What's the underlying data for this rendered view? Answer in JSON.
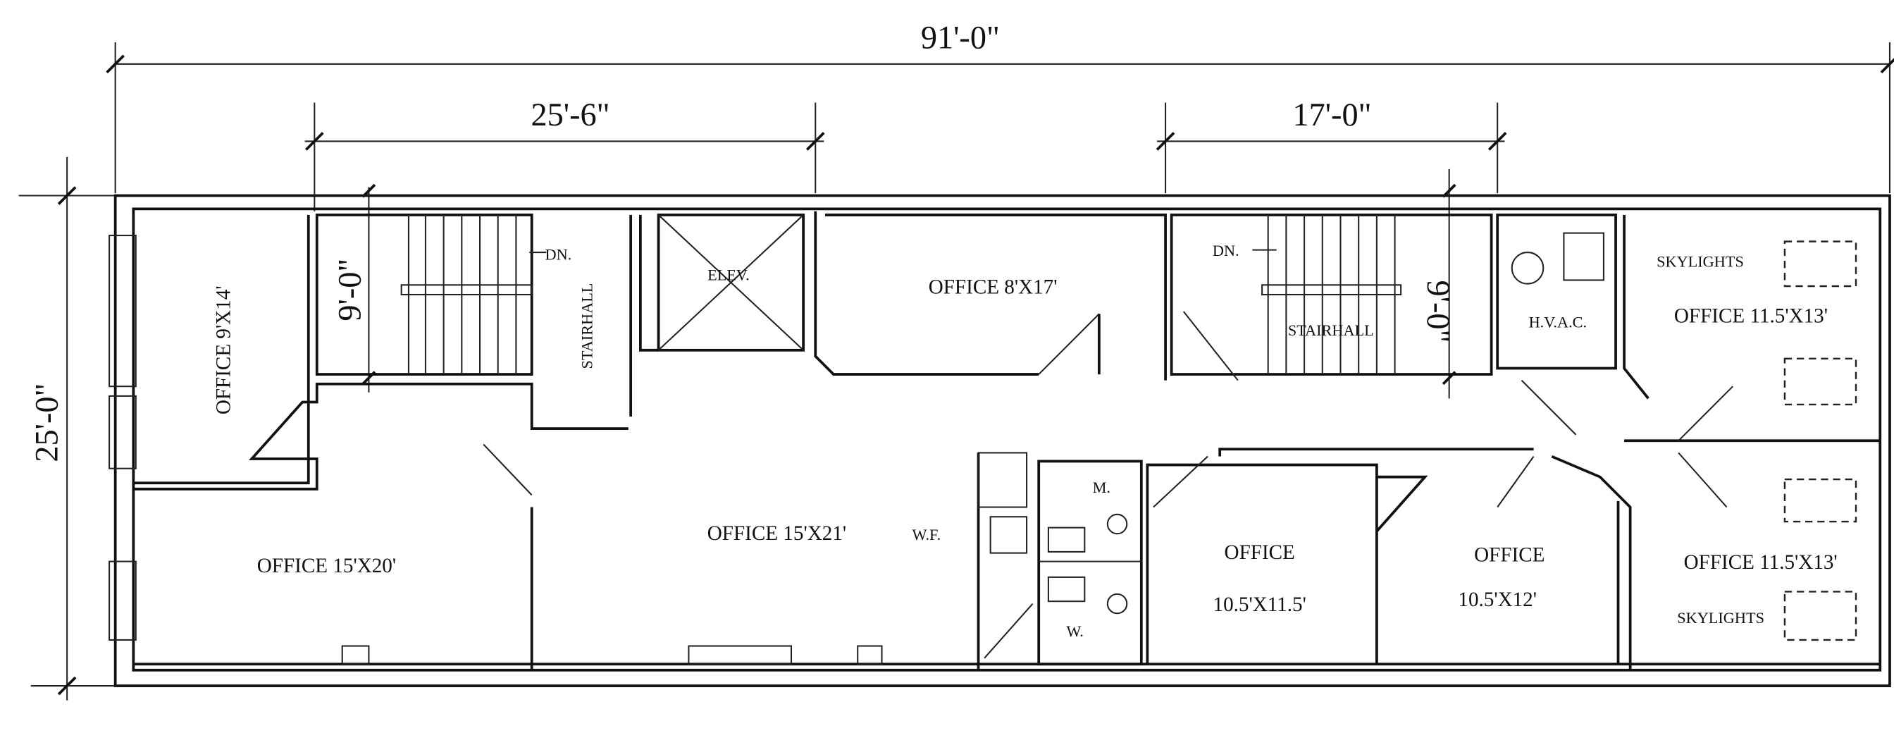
{
  "dimensions": {
    "overall_length": "91'-0\"",
    "overall_width": "25'-0\"",
    "front_section": "25'-6\"",
    "rear_section": "17'-0\"",
    "stair1_depth": "9'-0\"",
    "stair2_depth": "9'-0\""
  },
  "rooms": {
    "office_9x14": "OFFICE 9'X14'",
    "stairhall_1": "STAIRHALL",
    "dn_1": "DN.",
    "elevator": "ELEV.",
    "office_8x17": "OFFICE 8'X17'",
    "stairhall_2": "STAIRHALL",
    "dn_2": "DN.",
    "hvac": "H.V.A.C.",
    "office_11_5x13_top": "OFFICE 11.5'X13'",
    "skylights_top": "SKYLIGHTS",
    "office_15x20": "OFFICE 15'X20'",
    "office_15x21": "OFFICE 15'X21'",
    "wf": "W.F.",
    "mens": "M.",
    "womens": "W.",
    "office_a_title": "OFFICE",
    "office_a_size": "10.5'X11.5'",
    "office_b_title": "OFFICE",
    "office_b_size": "10.5'X12'",
    "office_11_5x13_bottom": "OFFICE 11.5'X13'",
    "skylights_bottom": "SKYLIGHTS"
  }
}
